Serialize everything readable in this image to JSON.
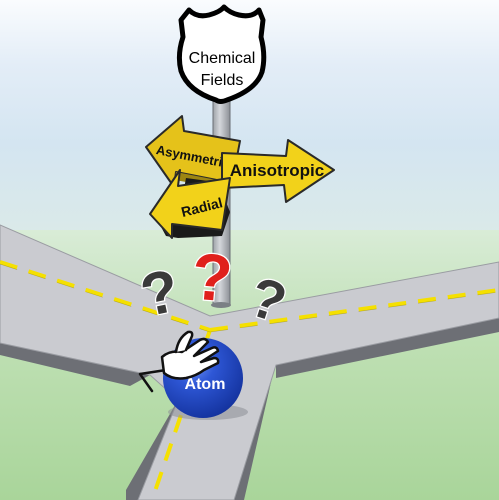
{
  "scene": {
    "sign_top": {
      "line1": "Chemical",
      "line2": "Fields"
    },
    "arrows": {
      "asymmetric": "Asymmetric",
      "anisotropic": "Anisotropic",
      "radial": "Radial"
    },
    "atom_label": "Atom",
    "question_marks": [
      "?",
      "?",
      "?"
    ],
    "colors": {
      "sign_yellow": "#f2d21a",
      "atom_blue": "#1f47c9",
      "question_red": "#e0201c",
      "question_gray": "#3a3a3a",
      "road_dash": "#f5e000",
      "road": "#cacbd0"
    },
    "icons": [
      "road-sign",
      "direction-arrow",
      "question-mark",
      "atom-sphere",
      "cartoon-hand"
    ]
  }
}
